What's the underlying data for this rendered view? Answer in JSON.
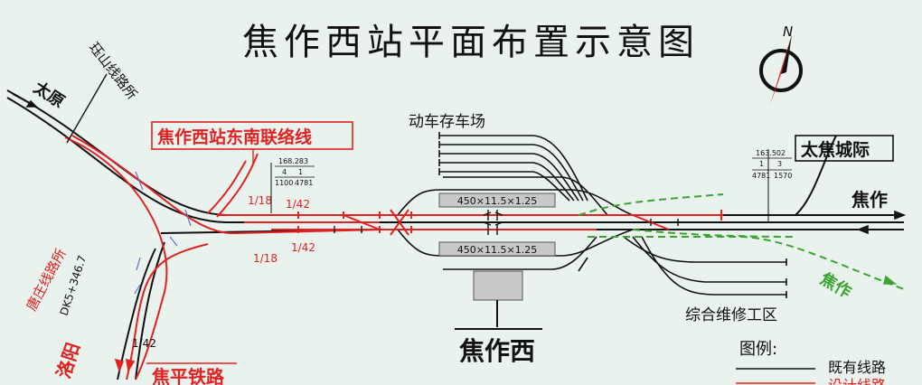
{
  "title": "焦作西站平面布置示意图",
  "compass": {
    "north": "N"
  },
  "places": {
    "taiyuan": "太原",
    "jueshan": "珏山线路所",
    "tangzhuang": "唐庄线路所",
    "luoyang": "洛阳",
    "jiaoping": "焦平铁路",
    "jiaozuo_right": "焦作",
    "jiaozuo_green": "焦作",
    "taijiao": "太焦城际",
    "station": "焦作西",
    "depot": "动车存车场",
    "maintenance": "综合维修工区"
  },
  "callouts": {
    "liaison": "焦作西站东南联络线"
  },
  "platforms": [
    "450×11.5×1.25",
    "450×11.5×1.25"
  ],
  "mileage": "DK5+346.7",
  "turnouts": {
    "t1_18_upper": "1/18",
    "t1_42_upper": "1/42",
    "t1_42_lower": "1/42",
    "t1_18_lower": "1/18",
    "t1_42_left": "1/42"
  },
  "curves": {
    "left": {
      "top": "168.283",
      "mid_l": "4",
      "mid_r": "1",
      "bot_l": "1100",
      "bot_r": "4781"
    },
    "right": {
      "top": "163.502",
      "mid_l": "1",
      "mid_r": "3",
      "bot_l": "4781",
      "bot_r": "1570"
    }
  },
  "legend": {
    "title": "图例:",
    "existing": "既有线路",
    "planned": "设计线路"
  },
  "colors": {
    "existing": "#111111",
    "planned": "#e02222",
    "future": "#3aa431"
  }
}
